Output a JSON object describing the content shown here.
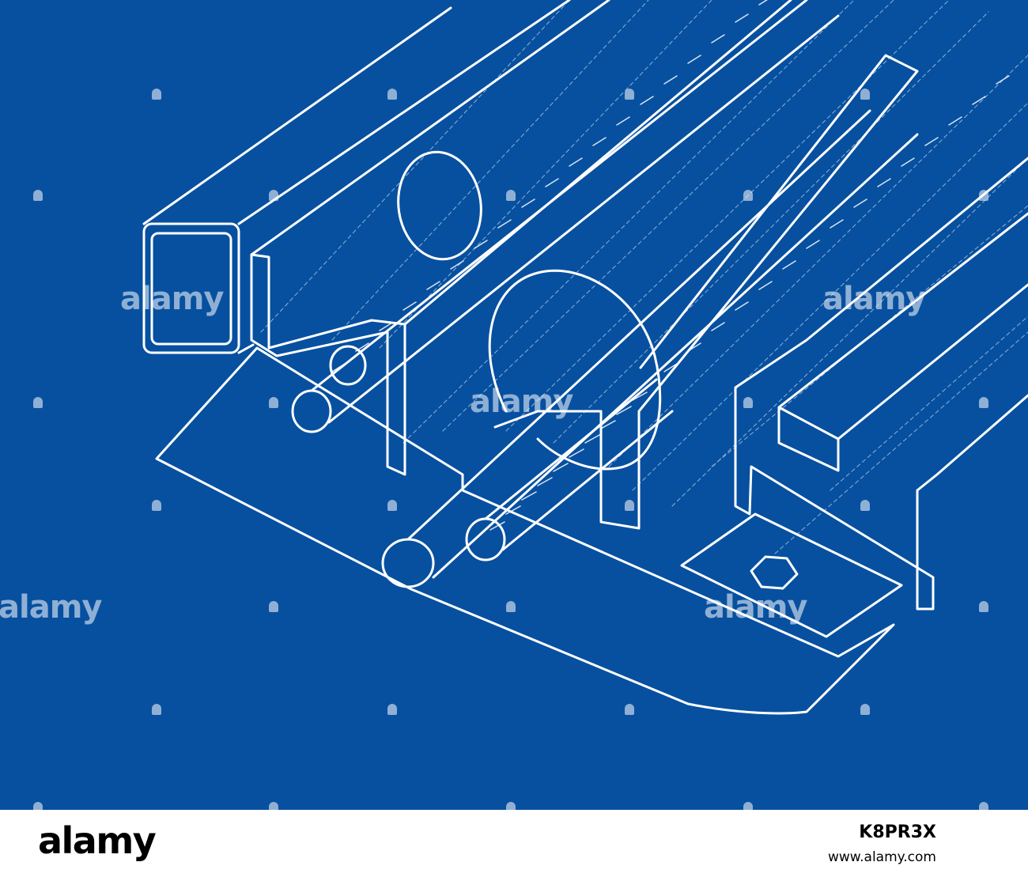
{
  "image": {
    "background_color": "#0750a0",
    "line_color": "#ffffff",
    "subject_icon": "blueprint-steel-profiles"
  },
  "watermark": {
    "text": "alamy"
  },
  "footer": {
    "logo": "alamy",
    "image_id": "K8PR3X",
    "url": "www.alamy.com"
  }
}
